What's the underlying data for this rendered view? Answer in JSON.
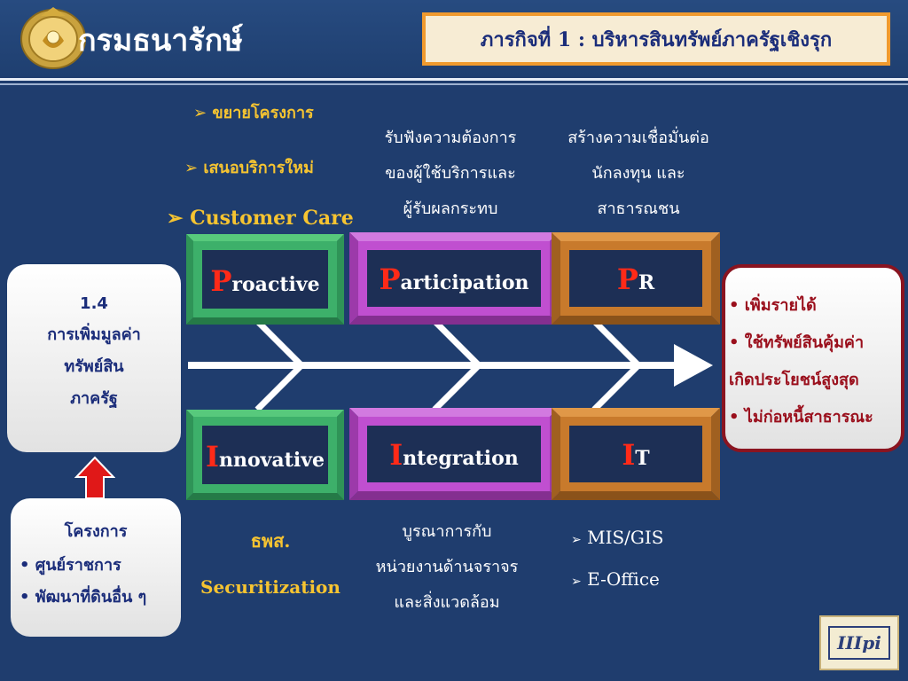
{
  "header": {
    "org_name": "กรมธนารักษ์",
    "mission": "ภารกิจที่ 1 : บริหารสินทรัพย์ภาครัฐเชิงรุก"
  },
  "top_bullets": [
    "ขยายโครงการ",
    "เสนอบริการใหม่",
    "Customer Care"
  ],
  "top_text_participation": [
    "รับฟังความต้องการ",
    "ของผู้ใช้บริการและ",
    "ผู้รับผลกระทบ"
  ],
  "top_text_pr": [
    "สร้างความเชื่อมั่นต่อ",
    "นักลงทุน และ",
    "สาธารณชน"
  ],
  "boxes": {
    "proactive": {
      "initial": "P",
      "rest": "roactive",
      "color": "#3db06a"
    },
    "participation": {
      "initial": "P",
      "rest": "articipation",
      "color": "#c04fd0"
    },
    "pr": {
      "initial": "P",
      "rest": "R",
      "color": "#c87a2c"
    },
    "innovative": {
      "initial": "I",
      "rest": "nnovative",
      "color": "#3db06a"
    },
    "integration": {
      "initial": "I",
      "rest": "ntegration",
      "color": "#c04fd0"
    },
    "it": {
      "initial": "I",
      "rest": "T",
      "color": "#c87a2c"
    }
  },
  "left_panel": {
    "number": "1.4",
    "lines": [
      "การเพิ่มมูลค่า",
      "ทรัพย์สิน",
      "ภาครัฐ"
    ]
  },
  "project_panel": {
    "title": "โครงการ",
    "items": [
      "ศูนย์ราชการ",
      "พัฒนาที่ดินอื่น ๆ"
    ]
  },
  "right_panel": {
    "items": [
      "เพิ่มรายได้",
      "ใช้ทรัพย์สินคุ้มค่า",
      "เกิดประโยชน์สูงสุด",
      "ไม่ก่อหนี้สาธารณะ"
    ]
  },
  "bottom_innovative": [
    "ธพส.",
    "Securitization"
  ],
  "bottom_integration": [
    "บูรณาการกับ",
    "หน่วยงานด้านจราจร",
    "และสิ่งแวดล้อม"
  ],
  "bottom_it": [
    "MIS/GIS",
    "E-Office"
  ],
  "corner_logo": "IIIpi",
  "icons": {
    "bullet_arrow": "➢",
    "up_arrow": "red-up-arrow-icon"
  }
}
